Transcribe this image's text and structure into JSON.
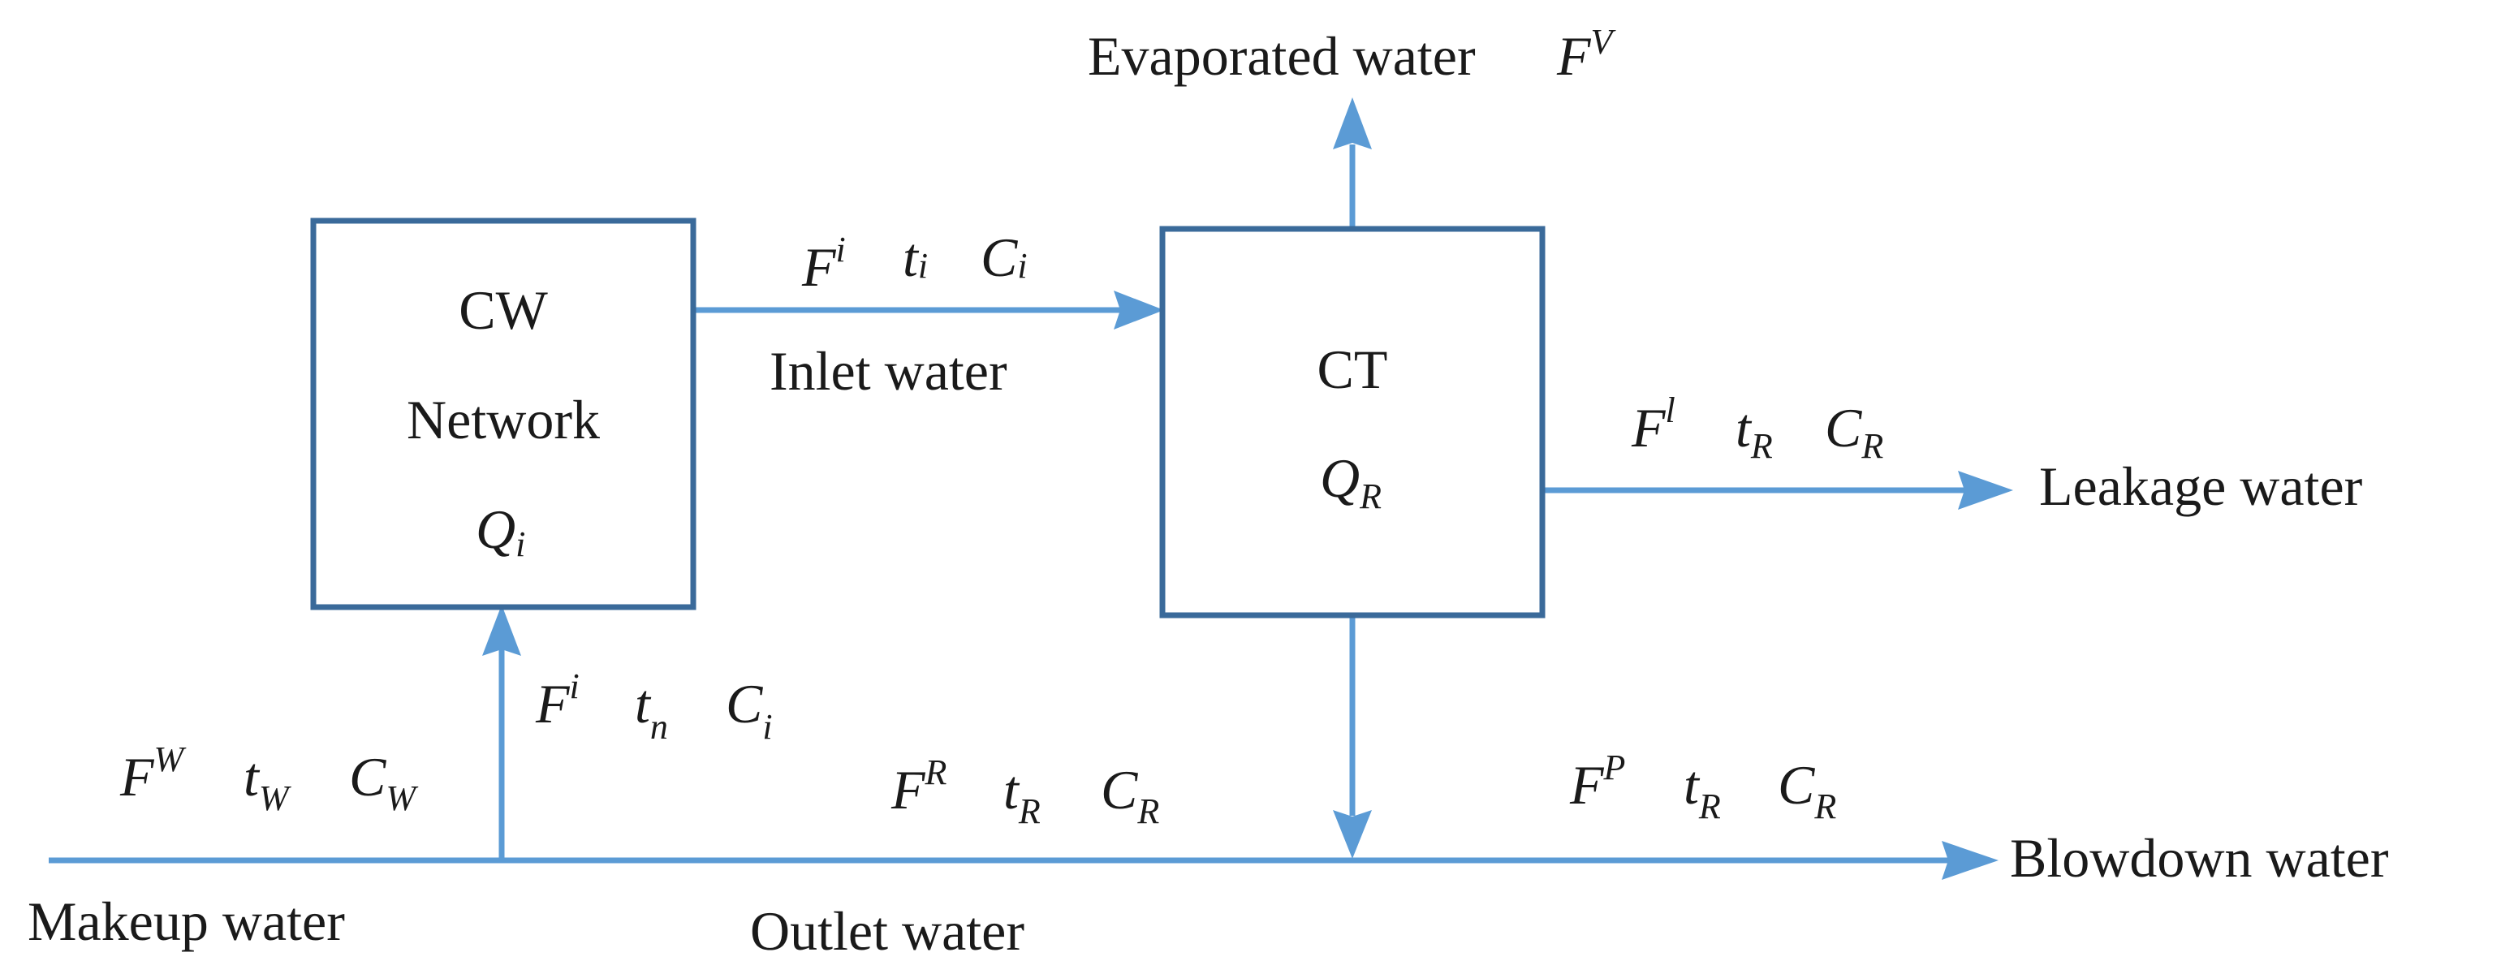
{
  "boxes": {
    "cw": {
      "line1": "CW",
      "line2": "Network",
      "var_main": "Q",
      "var_sub": "i"
    },
    "ct": {
      "line1": "CT",
      "var_main": "Q",
      "var_sub": "R"
    }
  },
  "streams": {
    "evaporated": {
      "label": "Evaporated water",
      "var_main": "F",
      "var_sup": "V"
    },
    "inlet": {
      "label": "Inlet water",
      "f_main": "F",
      "f_sup": "i",
      "t_main": "t",
      "t_sub": "i",
      "c_main": "C",
      "c_sub": "i"
    },
    "leakage": {
      "label": "Leakage water",
      "f_main": "F",
      "f_sup": "l",
      "t_main": "t",
      "t_sub": "R",
      "c_main": "C",
      "c_sub": "R"
    },
    "network_feed": {
      "f_main": "F",
      "f_sup": "i",
      "t_main": "t",
      "t_sub": "n",
      "c_main": "C",
      "c_sub": "i"
    },
    "makeup": {
      "label": "Makeup water",
      "f_main": "F",
      "f_sup": "W",
      "t_main": "t",
      "t_sub": "W",
      "c_main": "C",
      "c_sub": "W"
    },
    "outlet": {
      "label": "Outlet water",
      "f_main": "F",
      "f_sup": "R",
      "t_main": "t",
      "t_sub": "R",
      "c_main": "C",
      "c_sub": "R"
    },
    "blowdown": {
      "label": "Blowdown water",
      "f_main": "F",
      "f_sup": "P",
      "t_main": "t",
      "t_sub": "R",
      "c_main": "C",
      "c_sub": "R"
    }
  },
  "colors": {
    "flow_line": "#5b9bd5",
    "box_border": "#3a6a9a",
    "text": "#1a1a1a"
  }
}
